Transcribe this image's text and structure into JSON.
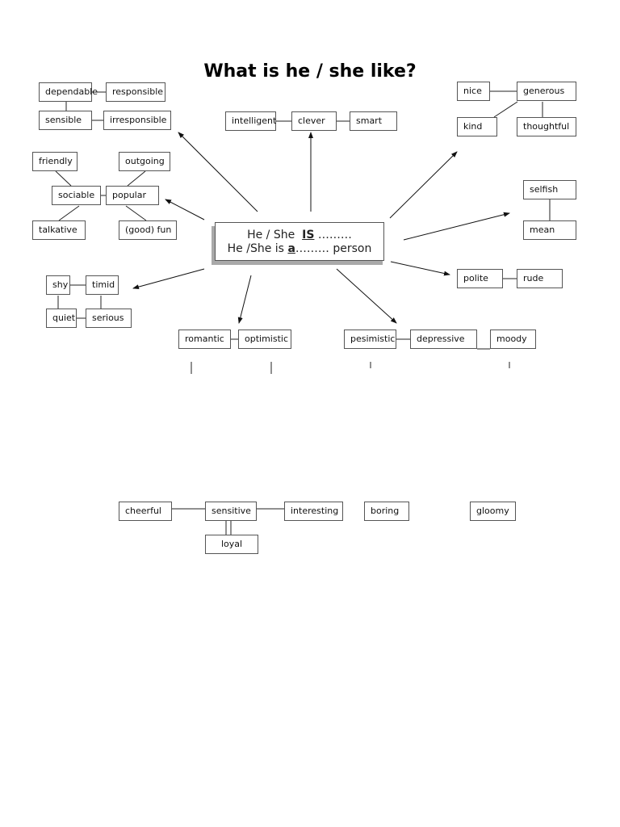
{
  "title": "What is he / she like?",
  "center": {
    "line1_prefix": "He / She",
    "line1_key": "IS",
    "line1_suffix": "………",
    "line2_prefix": "He /She is",
    "line2_key": "a",
    "line2_suffix": "……… person"
  },
  "words": {
    "dependable": "dependable",
    "responsible": "responsible",
    "sensible": "sensible",
    "irresponsible": "irresponsible",
    "intelligent": "intelligent",
    "clever": "clever",
    "smart": "smart",
    "nice": "nice",
    "generous": "generous",
    "kind": "kind",
    "thoughtful": "thoughtful",
    "friendly": "friendly",
    "outgoing": "outgoing",
    "sociable": "sociable",
    "popular": "popular",
    "talkative": "talkative",
    "good_fun": "(good) fun",
    "selfish": "selfish",
    "mean": "mean",
    "shy": "shy",
    "timid": "timid",
    "quiet": "quiet",
    "serious": "serious",
    "polite": "polite",
    "rude": "rude",
    "romantic": "romantic",
    "optimistic": "optimistic",
    "pesimistic": "pesimistic",
    "depressive": "depressive",
    "moody": "moody",
    "cheerful": "cheerful",
    "sensitive": "sensitive",
    "interesting": "interesting",
    "boring": "boring",
    "gloomy": "gloomy",
    "loyal": "loyal"
  }
}
